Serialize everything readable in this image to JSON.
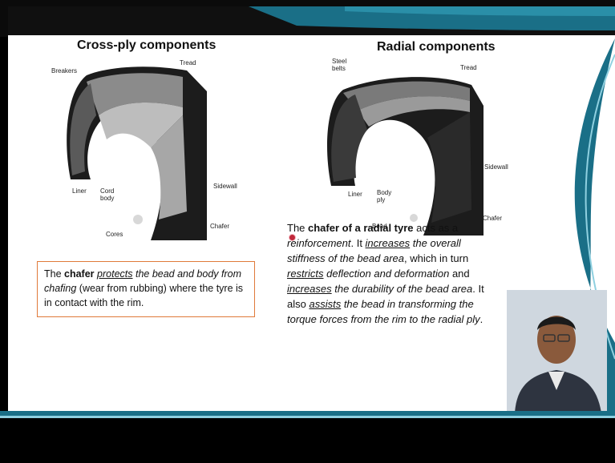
{
  "left_heading": "Cross-ply components",
  "right_heading": "Radial components",
  "crossply_labels": {
    "breakers": "Breakers",
    "tread": "Tread",
    "liner": "Liner",
    "cord_body": "Cord body",
    "sidewall": "Sidewall",
    "chafer": "Chafer",
    "cores": "Cores"
  },
  "radial_labels": {
    "steel_belts": "Steel belts",
    "tread": "Tread",
    "sidewall": "Sidewall",
    "liner": "Liner",
    "body_ply": "Body ply",
    "chafer": "Chafer",
    "bead": "Bead"
  },
  "callout": {
    "t1": "The ",
    "b1": "chafer",
    "t2": " ",
    "u1": "protects",
    "i1": " the bead and body from chafing",
    "t3": " (wear from rubbing) where the tyre is in contact with the rim."
  },
  "paragraph": {
    "t1": "The ",
    "b1": "chafer of a radial tyre",
    "t2": " acts as a ",
    "i1": "reinforcement",
    "t3": ". It ",
    "u1": "increases",
    "i2": " the overall stiffness of the bead area",
    "t4": ", which in turn ",
    "u2": "restricts",
    "i3": " deflection and deformation",
    "t5": " and ",
    "u3": "increases",
    "i4": " the durability of the bead area",
    "t6": ". It also ",
    "u4": "assists",
    "i5": " the bead in transforming the torque forces from the rim to the radial ply",
    "t7": "."
  },
  "colors": {
    "accent_teal": "#1a6f87",
    "callout_border": "#e07a3a",
    "bullet": "#c0283a"
  }
}
